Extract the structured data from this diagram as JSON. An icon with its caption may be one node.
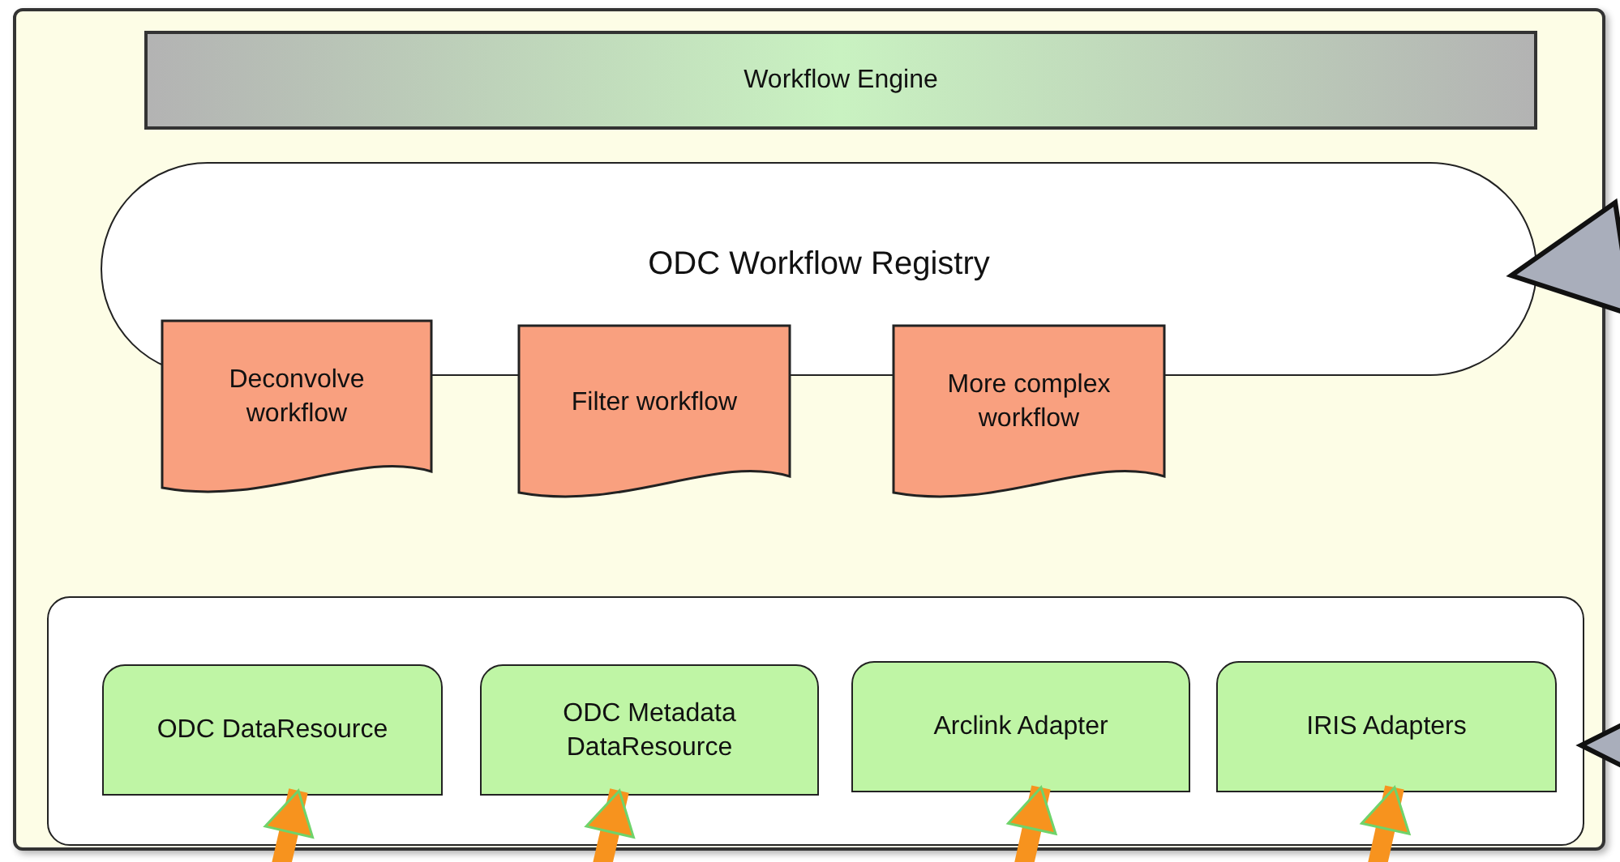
{
  "diagram": {
    "nodes": [
      {
        "text": [],
        "shape": "box"
      },
      {
        "text": [
          "Workflow Engine"
        ],
        "in": 0
      },
      {
        "text": [
          "ODC Workflow Registry"
        ],
        "in": 0
      },
      {
        "text": [
          "Deconvolve workflow"
        ],
        "in": 0
      },
      {
        "text": [
          "Filter workflow"
        ],
        "in": 0
      },
      {
        "text": [
          "More complex workflow"
        ],
        "in": 0
      },
      {
        "text": [],
        "shape": "box",
        "in": 0
      },
      {
        "text": [
          "ODC DataResource"
        ],
        "in": 6
      },
      {
        "text": [
          "ODC Metadata DataResource"
        ],
        "in": 6
      },
      {
        "text": [
          "Arclink Adapter"
        ],
        "in": 6
      },
      {
        "text": [
          "IRIS Adapters"
        ],
        "in": 6
      }
    ],
    "edges": [
      {
        "from": null,
        "to": 2,
        "arrow": "to",
        "color": "#a9aebb"
      },
      {
        "from": null,
        "to": 6,
        "arrow": "to",
        "color": "#a9aebb"
      },
      {
        "from": null,
        "to": 7,
        "arrow": "to",
        "color": "#f7931e"
      },
      {
        "from": null,
        "to": 8,
        "arrow": "to",
        "color": "#f7931e"
      },
      {
        "from": null,
        "to": 9,
        "arrow": "to",
        "color": "#f7931e"
      },
      {
        "from": null,
        "to": 10,
        "arrow": "to",
        "color": "#f7931e"
      }
    ]
  }
}
